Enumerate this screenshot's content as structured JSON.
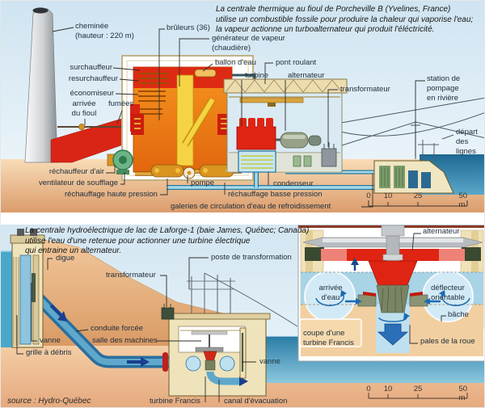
{
  "colors": {
    "label_text": "#21303e",
    "sky": "#cfe4f1",
    "ground_sand": "#e8b184",
    "river_water": "#1d6893",
    "boiler_orange": "#e8730f",
    "machine_red": "#e02413",
    "pipe_cyan": "#a7dcec",
    "pipe_orange": "#d9941f",
    "cream_structure": "#efe3bc",
    "reservoir_blue": "#4aa7cc"
  },
  "thermal": {
    "intro": "La centrale thermique au fioul de Porcheville B (Yvelines, France)\nutilise un combustible fossile pour produire la chaleur qui vaporise l'eau;\nla vapeur actionne un turboalternateur qui produit l'éléctricité.",
    "labels": {
      "cheminee": "cheminée\n(hauteur : 220 m)",
      "bruleurs": "brûleurs (36)",
      "generateur": "générateur de vapeur\n(chaudière)",
      "surchauffeur": "surchauffeur",
      "resurchauffeur": "resurchauffeur",
      "economiseur": "économiseur",
      "arrivee_fioul": "arrivée\ndu fioul",
      "fumees": "fumées",
      "ballon": "ballon d'eau",
      "turbine": "turbine",
      "pont_roulant": "pont roulant",
      "alternateur": "alternateur",
      "transformateur": "transformateur",
      "station_pompage": "station de\npompage\nen rivière",
      "depart_lignes": "départ\ndes\nlignes",
      "rechauffeur_air": "réchauffeur d'air",
      "ventilateur": "ventilateur de soufflage",
      "rechauffage_hp": "réchauffage haute pression",
      "pompe": "pompe",
      "rechauffage_bp": "réchauffage basse pression",
      "condenseur": "condenseur",
      "galeries": "galeries de circulation d'eau de refroidissement"
    },
    "scale_ticks": [
      "0",
      "10",
      "25",
      "50 m"
    ]
  },
  "hydro": {
    "intro": "La centrale hydroélectrique de lac de Laforge-1 (baie James, Québec; Canada)\nutilise l'eau d'une retenue pour actionner une turbine électrique\nqui entraine un alternateur.",
    "labels": {
      "digue": "digue",
      "poste_transformation": "poste de transformation",
      "transformateur": "transformateur",
      "conduite_forcee": "conduite forcée",
      "salle_machines": "salle des machines",
      "vanne_amont": "vanne",
      "grille_debris": "grille à débris",
      "turbine_francis": "turbine Francis",
      "canal_evacuation": "canal d'évacuation",
      "vanne_aval": "vanne"
    },
    "inset": {
      "labels": {
        "alternateur": "alternateur",
        "arrivee_eau": "arrivée\nd'eau",
        "deflecteur": "déflecteur\norientable",
        "bache": "bâche",
        "pales": "pales de la roue"
      },
      "caption": "coupe d'une\nturbine Francis"
    },
    "scale_ticks": [
      "0",
      "10",
      "25",
      "50 m"
    ],
    "source": "source : Hydro-Québec"
  }
}
